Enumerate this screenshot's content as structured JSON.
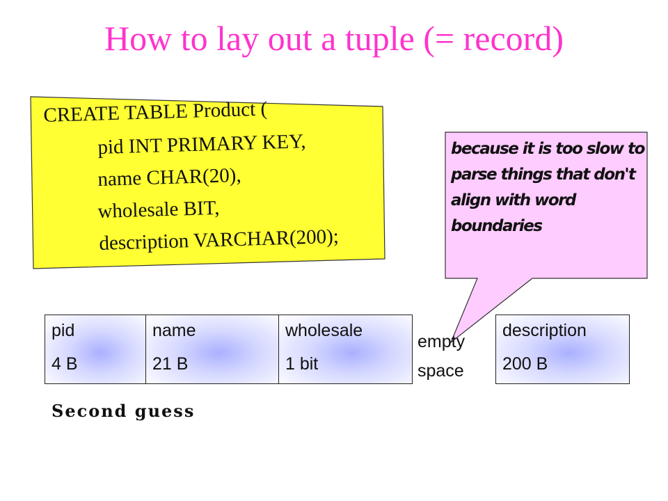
{
  "title": "How to lay out a tuple (= record)",
  "sql": {
    "lines": [
      "CREATE TABLE Product (",
      "pid INT PRIMARY KEY,",
      "name CHAR(20),",
      "wholesale BIT,",
      "description VARCHAR(200);"
    ]
  },
  "callout": {
    "lines": [
      "because it is too slow to",
      "parse things that don't",
      "align with word",
      "boundaries"
    ]
  },
  "layout_fields": [
    {
      "name": "pid",
      "size": "4 B"
    },
    {
      "name": "name",
      "size": "21 B"
    },
    {
      "name": "wholesale",
      "size": "1 bit"
    },
    {
      "name": "description",
      "size": "200 B"
    }
  ],
  "empty_space": {
    "line1": "empty",
    "line2": "space"
  },
  "guess_label": "Second guess",
  "colors": {
    "title": "#ff33cc",
    "sql_box": "#ffff33",
    "callout": "#ffccff",
    "cell_glow": "#aab0ff"
  }
}
